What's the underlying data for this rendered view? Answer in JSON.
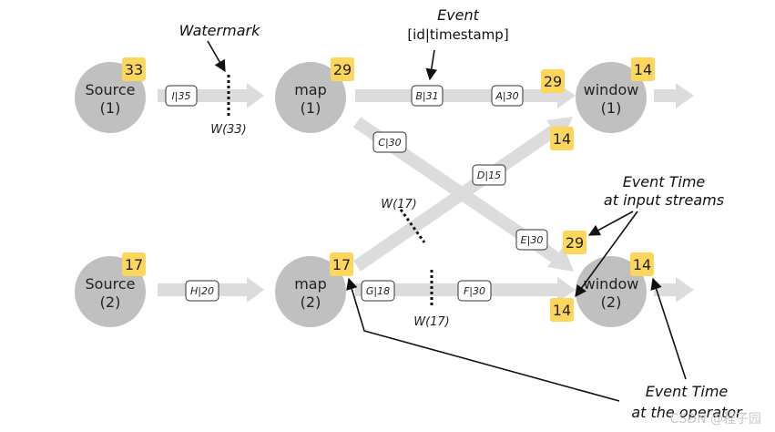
{
  "colors": {
    "node_fill": "#c0c0c0",
    "arrow_fill": "#dcdcdc",
    "badge_fill": "#fdd75b",
    "event_border": "#333333",
    "text": "#222222"
  },
  "nodes": {
    "source1": {
      "name": "Source",
      "idx": "(1)",
      "badge": "33"
    },
    "map1": {
      "name": "map",
      "idx": "(1)",
      "badge": "29"
    },
    "window1": {
      "name": "window",
      "idx": "(1)",
      "badge": "14",
      "input_badge": "29"
    },
    "source2": {
      "name": "Source",
      "idx": "(2)",
      "badge": "17"
    },
    "map2": {
      "name": "map",
      "idx": "(2)",
      "badge": "17"
    },
    "window2": {
      "name": "window",
      "idx": "(2)",
      "badge": "14",
      "input_badge_top": "29",
      "input_badge_bottom": "14"
    },
    "window1_cross_badge": "14"
  },
  "events": {
    "i35": "I|35",
    "b31": "B|31",
    "a30": "A|30",
    "c30": "C|30",
    "d15": "D|15",
    "e30": "E|30",
    "h20": "H|20",
    "g18": "G|18",
    "f30": "F|30"
  },
  "watermarks": {
    "w33": "W(33)",
    "w17a": "W(17)",
    "w17b": "W(17)"
  },
  "annotations": {
    "watermark": "Watermark",
    "event_title": "Event",
    "event_sub": "[id|timestamp]",
    "input_line1": "Event Time",
    "input_line2": "at input streams",
    "operator_line1": "Event Time",
    "operator_line2": "at the operator"
  },
  "credit": "CSDN @程子园"
}
